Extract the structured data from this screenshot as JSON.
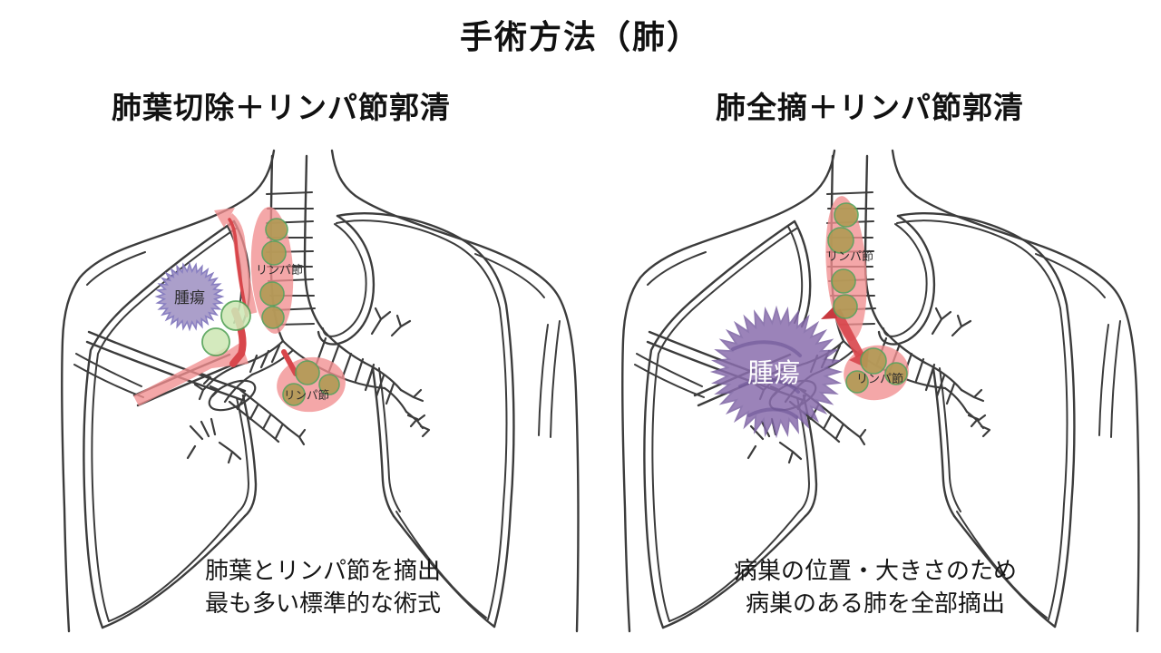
{
  "title": "手術方法（肺）",
  "left_panel": {
    "heading": "肺葉切除＋リンパ節郭清",
    "tumor_label": "腫瘍",
    "tracheal_lymph_label": "リンパ節",
    "subcarinal_lymph_label": "リンパ節",
    "caption": [
      "肺葉とリンパ節を摘出",
      "最も多い標準的な術式"
    ]
  },
  "right_panel": {
    "heading": "肺全摘＋リンパ節郭清",
    "tumor_label": "腫瘍",
    "tracheal_lymph_label": "リンパ節",
    "subcarinal_lymph_label": "リンパ節",
    "caption": [
      "病巣の位置・大きさのため",
      "病巣のある肺を全部摘出"
    ]
  },
  "colors": {
    "line_art": "#3c3c3c",
    "highlight_pink": "#f28f90",
    "arrow_red": "#d8464b",
    "arrow_red_dark": "#c8393f",
    "lymph_node_fill": "#b19a54",
    "lymph_node_outline": "#55a25b",
    "hilar_node_fill": "#cfe8b6",
    "hilar_node_outline": "#4fa052",
    "tumor_fill_left": "#a79ac8",
    "tumor_outline_left": "#8379be",
    "tumor_fill_right": "#8a6ead",
    "tumor_outline_right": "#7c62a3",
    "label_text": "#2b2b2b",
    "tumor_label_right_text": "#ffffff"
  }
}
